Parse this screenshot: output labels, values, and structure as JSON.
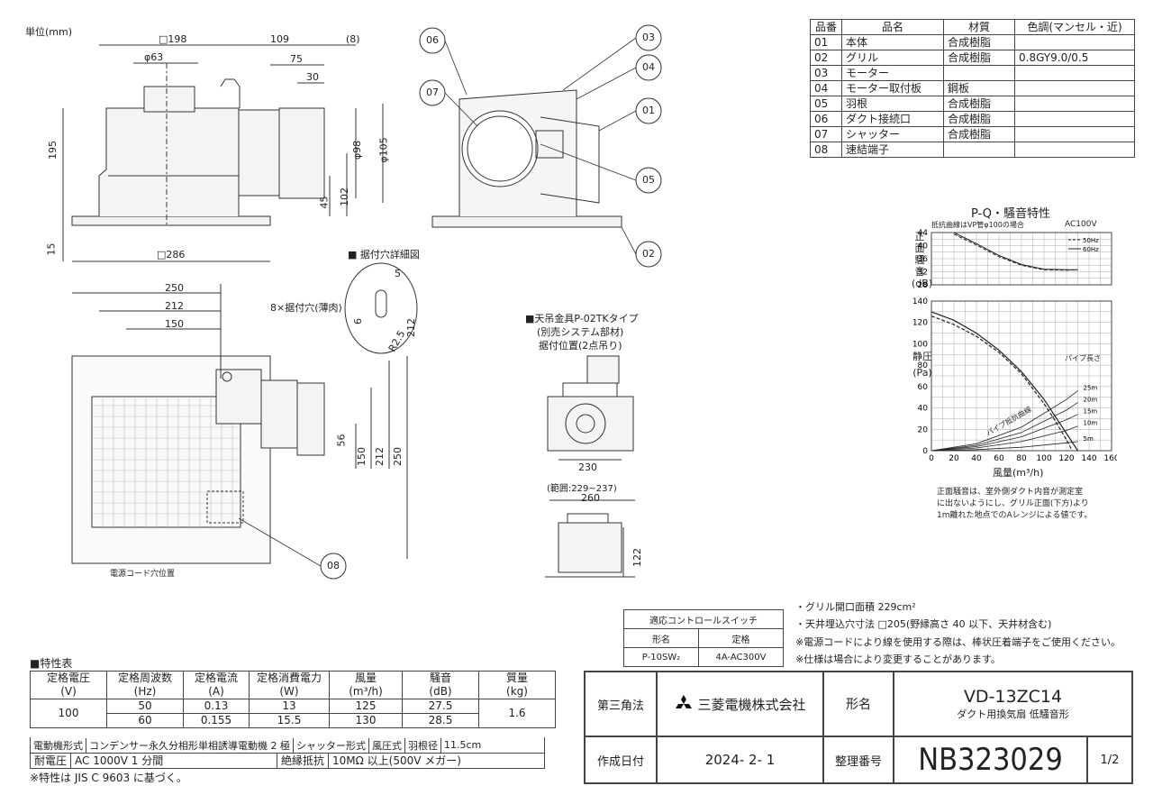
{
  "drawing": {
    "unit": "単位(mm)",
    "dims": {
      "sq198": "□198",
      "d63": "φ63",
      "d109": "109",
      "d8": "(8)",
      "d75": "75",
      "d30": "30",
      "d195": "195",
      "d98": "φ98",
      "d105": "φ105",
      "d45": "45",
      "d102": "102",
      "d15": "15",
      "sq286": "□286",
      "d250a": "250",
      "d212a": "212",
      "d150a": "150",
      "holes": "8×据付穴(薄肉)",
      "d56": "56",
      "d150b": "150",
      "d212b": "212",
      "d250b": "250",
      "cord": "電源コード穴位置",
      "detail_title": "■ 据付穴詳細図",
      "det5": "5",
      "det6": "6",
      "det212": "212",
      "detR": "R2.5",
      "hanger1": "■天吊金具P-02TKタイプ",
      "hanger2": "(別売システム部材)",
      "hanger3": "据付位置(2点吊り)",
      "d230": "230",
      "range": "(範囲:229~237)",
      "d260": "260",
      "d122": "122"
    },
    "callouts": [
      "06",
      "07",
      "03",
      "04",
      "01",
      "05",
      "02",
      "08"
    ]
  },
  "parts_table": {
    "headers": [
      "品番",
      "品名",
      "材質",
      "色調(マンセル・近)"
    ],
    "rows": [
      [
        "01",
        "本体",
        "合成樹脂",
        ""
      ],
      [
        "02",
        "グリル",
        "合成樹脂",
        "0.8GY9.0/0.5"
      ],
      [
        "03",
        "モーター",
        "",
        ""
      ],
      [
        "04",
        "モーター取付板",
        "鋼板",
        ""
      ],
      [
        "05",
        "羽根",
        "合成樹脂",
        ""
      ],
      [
        "06",
        "ダクト接続口",
        "合成樹脂",
        ""
      ],
      [
        "07",
        "シャッター",
        "合成樹脂",
        ""
      ],
      [
        "08",
        "速結端子",
        "",
        ""
      ]
    ]
  },
  "chart_text": {
    "title": "P-Q・騒音特性",
    "note_top": "抵抗曲線はVP管φ100の場合",
    "ac": "AC100V",
    "legend_50": "50Hz",
    "legend_60": "60Hz",
    "noise_label": "正面騒音(dB)",
    "pressure_label": "静圧(Pa)",
    "xlabel": "風量(m³/h)",
    "pipe_len": "パイプ長さ",
    "pipe_curve": "パイプ抵抗曲線",
    "footnote": [
      "正面騒音は、室外側ダクト内音が測定室",
      "に出ないようにし、グリル正面(下方)より",
      "1m離れた地点でのAレンジによる値です。"
    ]
  },
  "chart_data": [
    {
      "type": "line",
      "title": "P-Q・騒音特性",
      "ylabel": "正面騒音(dB)",
      "ylim": [
        28,
        44
      ],
      "yticks": [
        28,
        32,
        36,
        40,
        44
      ],
      "series": [
        {
          "name": "50Hz",
          "x": [
            20,
            40,
            60,
            80,
            100,
            120,
            130
          ],
          "y": [
            43.5,
            40.2,
            36.6,
            34.0,
            32.6,
            32.5,
            32.6
          ]
        },
        {
          "name": "60Hz",
          "x": [
            20,
            40,
            60,
            80,
            100,
            120,
            130
          ],
          "y": [
            44.0,
            40.6,
            37.0,
            34.2,
            32.8,
            32.6,
            32.6
          ]
        }
      ]
    },
    {
      "type": "line",
      "xlabel": "風量(m³/h)",
      "ylabel": "静圧(Pa)",
      "xlim": [
        0,
        160
      ],
      "ylim": [
        0,
        140
      ],
      "xticks": [
        0,
        20,
        40,
        60,
        80,
        100,
        120,
        140,
        160
      ],
      "yticks": [
        0,
        20,
        40,
        60,
        80,
        100,
        120,
        140
      ],
      "series": [
        {
          "name": "50Hz",
          "x": [
            0,
            20,
            40,
            60,
            80,
            100,
            110,
            120,
            125
          ],
          "y": [
            126,
            118,
            107,
            92,
            72,
            44,
            28,
            10,
            0
          ]
        },
        {
          "name": "60Hz",
          "x": [
            0,
            20,
            40,
            60,
            80,
            100,
            110,
            120,
            130
          ],
          "y": [
            130,
            122,
            110,
            94,
            74,
            48,
            32,
            16,
            0
          ]
        },
        {
          "name": "5m",
          "x": [
            0,
            40,
            80,
            120,
            130
          ],
          "y": [
            0,
            1.0,
            3.2,
            7.3,
            8.5
          ]
        },
        {
          "name": "10m",
          "x": [
            0,
            40,
            80,
            120,
            130
          ],
          "y": [
            0,
            2.5,
            8.5,
            19,
            23
          ]
        },
        {
          "name": "15m",
          "x": [
            0,
            40,
            80,
            120,
            130
          ],
          "y": [
            0,
            3.8,
            13,
            29,
            34
          ]
        },
        {
          "name": "20m",
          "x": [
            0,
            40,
            80,
            120,
            130
          ],
          "y": [
            0,
            5.0,
            17,
            38,
            45
          ]
        },
        {
          "name": "25m",
          "x": [
            0,
            40,
            80,
            120,
            130
          ],
          "y": [
            0,
            6.5,
            22,
            48,
            56
          ]
        }
      ]
    }
  ],
  "notes": [
    "・グリル開口面積 229cm²",
    "・天井埋込穴寸法 □205(野縁高さ 40 以下、天井材含む)",
    "※電源コードにより線を使用する際は、棒状圧着端子をご使用ください。",
    "※仕様は場合により変更することがあります。"
  ],
  "control_switch": {
    "title": "適応コントロールスイッチ",
    "h1": "形名",
    "h2": "定格",
    "v1": "P-10SW₂",
    "v2": "4A-AC300V"
  },
  "spec": {
    "title": "■特性表",
    "headers": [
      "定格電圧\n(V)",
      "定格周波数\n(Hz)",
      "定格電流\n(A)",
      "定格消費電力\n(W)",
      "風量\n(m³/h)",
      "騒音\n(dB)",
      "質量\n(kg)"
    ],
    "voltage": "100",
    "weight": "1.6",
    "rows": [
      [
        "50",
        "0.13",
        "13",
        "125",
        "27.5"
      ],
      [
        "60",
        "0.155",
        "15.5",
        "130",
        "28.5"
      ]
    ],
    "motor_label": "電動機形式",
    "motor_value": "コンデンサー永久分相形単相誘導電動機 2 極",
    "shutter_label": "シャッター形式",
    "shutter_value": "風圧式",
    "blade_label": "羽根径",
    "blade_value": "11.5cm",
    "withstand_label": "耐電圧",
    "withstand_value": "AC 1000V 1 分間",
    "insul_label": "絶縁抵抗",
    "insul_value": "10MΩ 以上(500V メガー)",
    "footnote": "※特性は JIS C 9603 に基づく。"
  },
  "titleblock": {
    "projection": "第三角法",
    "company": "三菱電機株式会社",
    "model_label": "形名",
    "model": "VD-13ZC14",
    "desc": "ダクト用換気扇 低騒音形",
    "date_label": "作成日付",
    "date": "2024- 2- 1",
    "number_label": "整理番号",
    "number": "NB323029",
    "page": "1/2"
  }
}
